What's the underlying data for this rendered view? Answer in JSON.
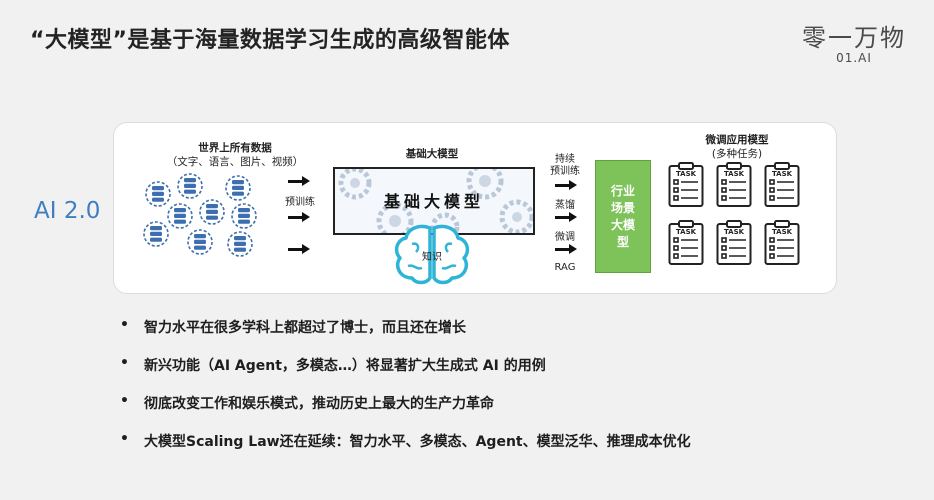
{
  "title": "“大模型”是基于海量数据学习生成的高级智能体",
  "logo": {
    "name": "零一万物",
    "sub": "01.AI"
  },
  "ai_label": "AI 2.0",
  "diagram": {
    "data_caption_line1": "世界上所有数据",
    "data_caption_line2": "（文字、语言、图片、视频）",
    "pretrain_label": "预训练",
    "base_model_caption": "基础大模型",
    "base_model_text": "基础大模型",
    "knowledge_label": "知识",
    "methods": [
      "持续预训练",
      "蒸馏",
      "微调",
      "RAG"
    ],
    "industry_model": "行业场景大模型",
    "finetune_caption_line1": "微调应用模型",
    "finetune_caption_line2": "(多种任务)",
    "task_label": "TASK"
  },
  "bullets": [
    "智力水平在很多学科上都超过了博士，而且还在增长",
    "新兴功能（AI Agent，多模态…）将显著扩大生成式 AI 的用例",
    "彻底改变工作和娱乐模式，推动历史上最大的生产力革命",
    "大模型Scaling Law还在延续：智力水平、多模态、Agent、模型泛华、推理成本优化"
  ],
  "colors": {
    "accent": "#3f7fbf",
    "industry": "#7ec35a",
    "brain": "#2fb3d7",
    "db": "#3d6fb0"
  }
}
